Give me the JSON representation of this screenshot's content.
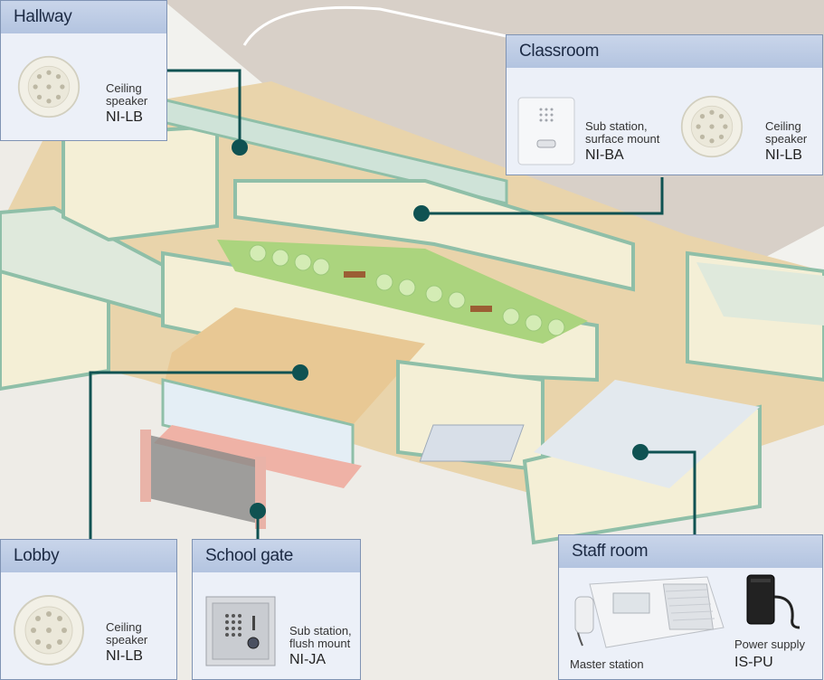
{
  "panels": {
    "hallway": {
      "title": "Hallway",
      "device": {
        "desc": "Ceiling\nspeaker",
        "model": "NI-LB",
        "icon": "ceiling-speaker-icon"
      }
    },
    "classroom": {
      "title": "Classroom",
      "devices": [
        {
          "desc": "Sub station,\nsurface mount",
          "model": "NI-BA",
          "icon": "sub-station-surface-icon"
        },
        {
          "desc": "Ceiling\nspeaker",
          "model": "NI-LB",
          "icon": "ceiling-speaker-icon"
        }
      ]
    },
    "lobby": {
      "title": "Lobby",
      "device": {
        "desc": "Ceiling\nspeaker",
        "model": "NI-LB",
        "icon": "ceiling-speaker-icon"
      }
    },
    "school_gate": {
      "title": "School gate",
      "device": {
        "desc": "Sub station,\nflush mount",
        "model": "NI-JA",
        "icon": "sub-station-flush-icon"
      }
    },
    "staff_room": {
      "title": "Staff room",
      "devices": [
        {
          "desc": "Master station",
          "model": "",
          "icon": "master-station-icon"
        },
        {
          "desc": "Power supply",
          "model": "IS-PU",
          "icon": "power-supply-icon"
        }
      ]
    }
  },
  "colors": {
    "wall": "#9bc9b4",
    "floor": "#e6c99a",
    "courtyard": "#a9d27a",
    "leader": "#0f5252",
    "panel_head": "#b9c8e2"
  }
}
